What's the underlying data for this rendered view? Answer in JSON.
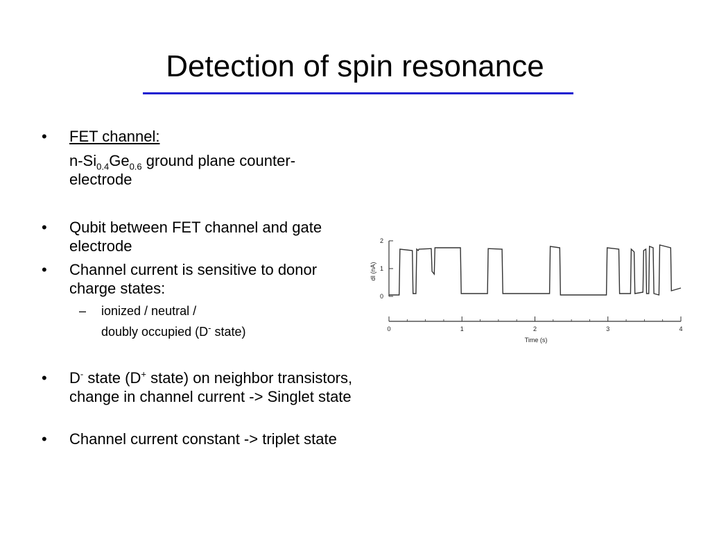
{
  "slide": {
    "title": "Detection of spin resonance",
    "accent_color": "#1c1cd0"
  },
  "bullets": {
    "b1": {
      "heading": "FET channel:",
      "line2_prefix": "n-Si",
      "line2_sub1": "0.4",
      "line2_ge": "Ge",
      "line2_sub2": "0.6",
      "line2_rest": " ground plane counter-",
      "line3": "electrode"
    },
    "b2": "Qubit between FET channel and gate electrode",
    "b3": "Channel current is sensitive to donor charge states:",
    "b3_sub_line1": "ionized / neutral /",
    "b3_sub_line2_prefix": "doubly occupied (D",
    "b3_sub_line2_sup": "-",
    "b3_sub_line2_suffix": " state)",
    "b4": {
      "part1": "D",
      "sup1": "-",
      "part2": " state (D",
      "sup2": "+",
      "part3": " state) on neighbor transistors, change in channel current -> Singlet state"
    },
    "b5": "Channel current constant -> triplet state",
    "bullet_glyph": "•",
    "dash_glyph": "–"
  },
  "chart_data": {
    "type": "line",
    "title": "",
    "xlabel": "Time (s)",
    "ylabel": "dI (nA)",
    "xlim": [
      0,
      4
    ],
    "ylim": [
      0,
      2
    ],
    "x_ticks": [
      "0",
      "1",
      "2",
      "3",
      "4"
    ],
    "y_ticks": [
      "0",
      "1",
      "2"
    ],
    "grid": false,
    "legend": "none",
    "line_color": "#333333",
    "series": [
      {
        "x": [
          0,
          0.14,
          0.15,
          0.32,
          0.33,
          0.37,
          0.38,
          0.4,
          0.41,
          0.58,
          0.59,
          0.62,
          0.63,
          0.98,
          0.99,
          1.35,
          1.36,
          1.55,
          1.56,
          2.2,
          2.21,
          2.34,
          2.35,
          2.98,
          2.99,
          3.15,
          3.16,
          3.31,
          3.32,
          3.36,
          3.37,
          3.48,
          3.49,
          3.52,
          3.53,
          3.56,
          3.57,
          3.62,
          3.63,
          3.7,
          3.71,
          3.86,
          3.87,
          4.0
        ],
        "y": [
          0.05,
          0.05,
          1.7,
          1.65,
          0.1,
          0.1,
          1.7,
          1.65,
          1.7,
          1.72,
          0.9,
          0.8,
          1.75,
          1.75,
          0.1,
          0.1,
          1.72,
          1.7,
          0.1,
          0.1,
          1.8,
          1.75,
          0.05,
          0.05,
          1.75,
          1.7,
          0.1,
          0.1,
          1.7,
          1.6,
          0.1,
          0.15,
          1.65,
          1.7,
          0.1,
          0.1,
          1.8,
          1.75,
          0.1,
          0.05,
          1.85,
          1.75,
          0.2,
          0.3
        ]
      }
    ]
  }
}
